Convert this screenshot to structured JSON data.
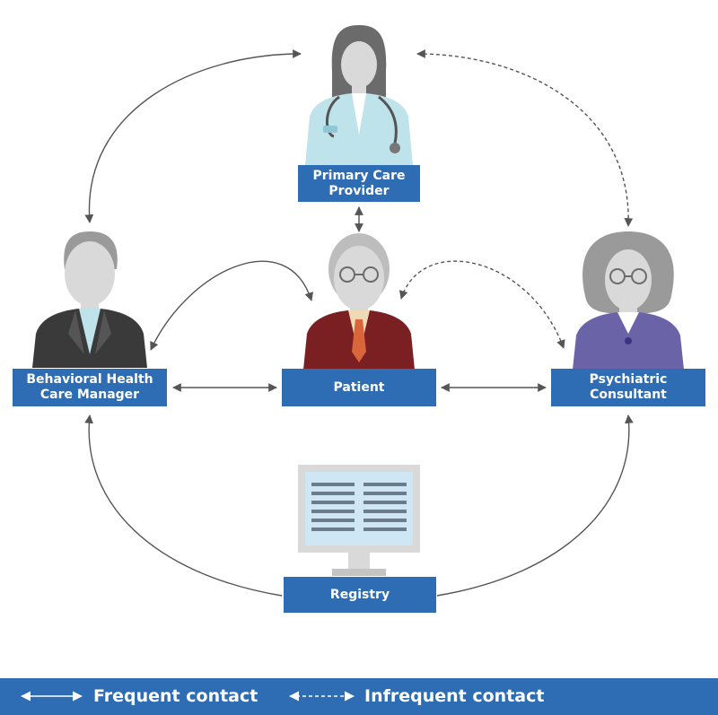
{
  "nodes": {
    "primary_care": {
      "line1": "Primary Care",
      "line2": "Provider"
    },
    "behavioral": {
      "line1": "Behavioral Health",
      "line2": "Care Manager"
    },
    "patient": {
      "label": "Patient"
    },
    "psychiatric": {
      "line1": "Psychiatric",
      "line2": "Consultant"
    },
    "registry": {
      "label": "Registry"
    }
  },
  "legend": {
    "frequent": "Frequent contact",
    "infrequent": "Infrequent contact"
  },
  "colors": {
    "label_box": "#2e6db4",
    "arrow": "#555555",
    "skin": "#d9d9d9",
    "doctor_coat": "#bfe3ea",
    "manager_suit": "#3a3a3a",
    "patient_jacket": "#7a1f22",
    "consultant_jacket": "#6b63a8",
    "monitor_screen": "#cfe7f5"
  },
  "icons": [
    "doctor-icon",
    "care-manager-icon",
    "patient-icon",
    "psychiatrist-icon",
    "computer-monitor-icon"
  ]
}
